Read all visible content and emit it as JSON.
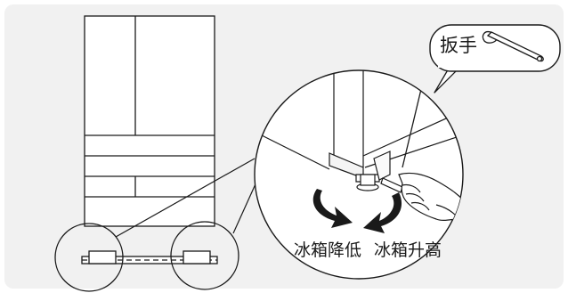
{
  "labels": {
    "wrench": "扳手",
    "lower": "冰箱降低",
    "raise": "冰箱升高"
  },
  "icons": {
    "wrench": "wrench-icon",
    "lower_arrow": "curved-arrow-down-right-icon",
    "raise_arrow": "curved-arrow-down-left-icon"
  },
  "colors": {
    "background": "#f1f1f1",
    "line": "#1a1a1a",
    "fill": "#ffffff"
  }
}
